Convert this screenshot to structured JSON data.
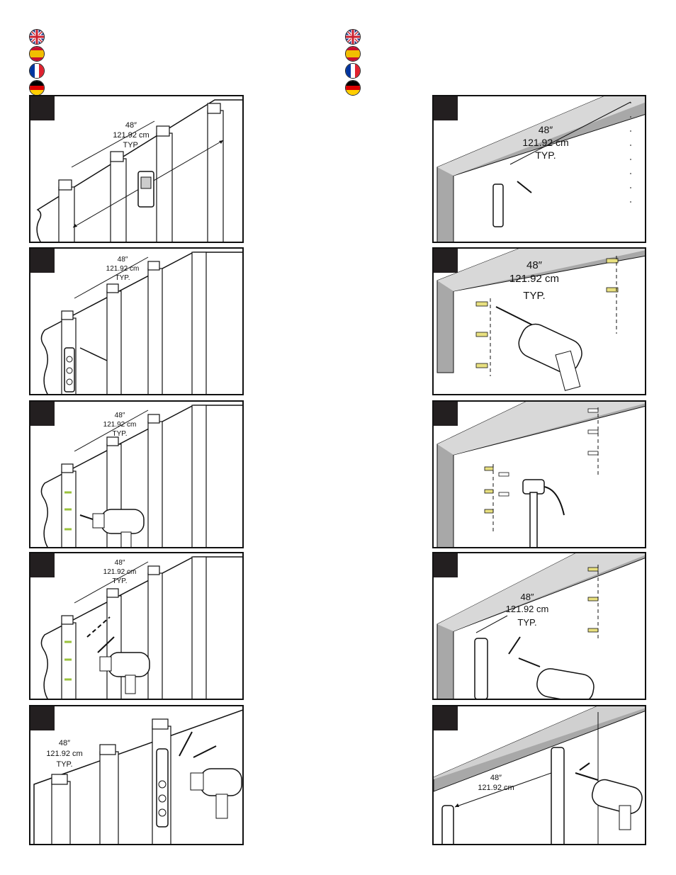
{
  "flag_columns": [
    {
      "flags": [
        "uk-flag",
        "spain-flag",
        "france-flag",
        "germany-flag"
      ]
    },
    {
      "flags": [
        "uk-flag",
        "spain-flag",
        "france-flag",
        "germany-flag"
      ]
    }
  ],
  "dimension": {
    "inches": "48″",
    "cm": "121.92 cm",
    "typ": "TYP."
  },
  "panels_left": [
    {
      "step": "wood-studs-stud-finder"
    },
    {
      "step": "wood-studs-mark-holes"
    },
    {
      "step": "wood-studs-drill-pilot"
    },
    {
      "step": "wood-studs-drive-screw"
    },
    {
      "step": "wood-studs-fasten-bracket"
    }
  ],
  "panels_right": [
    {
      "step": "drywall-position-bracket"
    },
    {
      "step": "drywall-drill-holes"
    },
    {
      "step": "drywall-insert-anchors"
    },
    {
      "step": "drywall-screw-bracket"
    },
    {
      "step": "drywall-fasten-next"
    }
  ],
  "colors": {
    "frame": "#111111",
    "tab": "#231f20",
    "wall": "#a8a8a8",
    "anchor": "#e8e080",
    "green": "#9ac23c"
  }
}
